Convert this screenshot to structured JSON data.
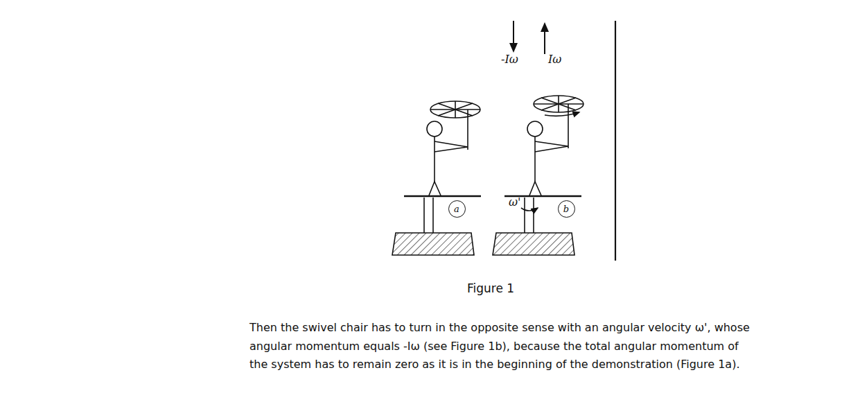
{
  "diagram": {
    "caption": "Figure 1",
    "nodes": [
      {
        "text": [
          "a"
        ]
      },
      {
        "text": [
          "b"
        ]
      }
    ],
    "edges": [],
    "labels": [
      "-Iω",
      "Iω",
      "ω'",
      "Then the swivel chair has to turn in the opposite sense with an angular velocity ω', whose angular momentum equals -Iω (see Figure 1b), because the total angular momentum of the system has to remain zero as it is in the beginning of the demonstration (Figure 1a)."
    ]
  }
}
